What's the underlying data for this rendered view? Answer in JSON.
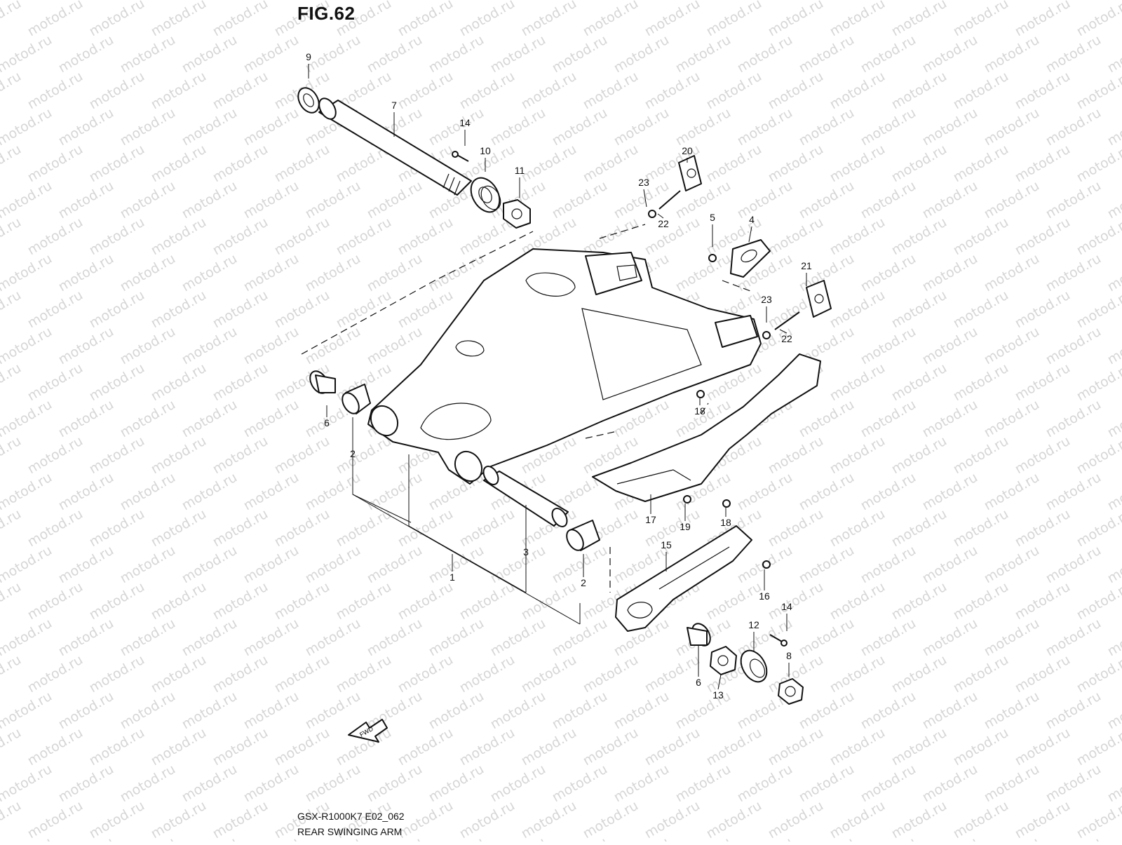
{
  "title": "FIG.62",
  "caption": {
    "model_code": "GSX-R1000K7 E02_062",
    "name": "REAR SWINGING ARM"
  },
  "watermark": "motod.ru",
  "fwd_label": "FWD",
  "callouts": [
    "9",
    "7",
    "14",
    "10",
    "11",
    "20",
    "23",
    "22",
    "5",
    "4",
    "21",
    "23",
    "22",
    "6",
    "2",
    "18",
    "18",
    "17",
    "19",
    "3",
    "1",
    "15",
    "2",
    "16",
    "14",
    "12",
    "8",
    "6",
    "13"
  ]
}
